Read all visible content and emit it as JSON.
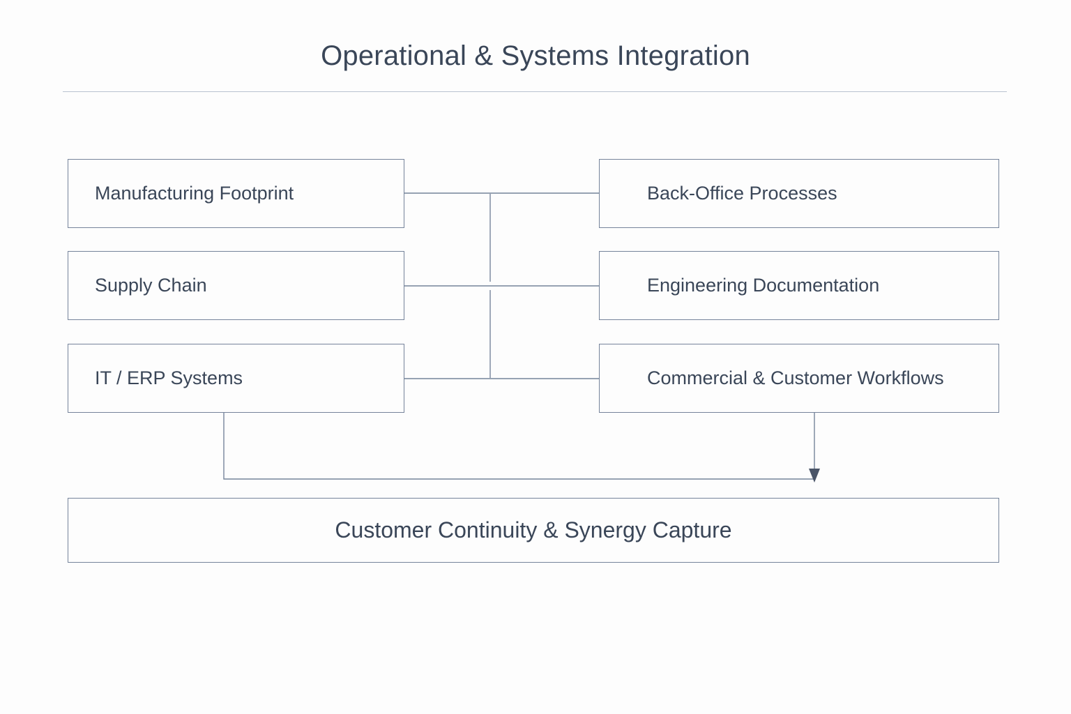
{
  "header": {
    "title": "Operational & Systems Integration",
    "divider_color": "#b9c2d0"
  },
  "theme": {
    "background": "#fdfdfd",
    "text_color": "#3a4658",
    "border_color": "#75839a",
    "arrow_color": "#4a5568"
  },
  "diagram": {
    "type": "flow-diagram",
    "left_column": [
      {
        "id": "manufacturing-footprint",
        "label": "Manufacturing Footprint"
      },
      {
        "id": "supply-chain",
        "label": "Supply Chain"
      },
      {
        "id": "it-erp-systems",
        "label": "IT / ERP Systems"
      }
    ],
    "right_column": [
      {
        "id": "back-office-processes",
        "label": "Back-Office Processes"
      },
      {
        "id": "engineering-documentation",
        "label": "Engineering Documentation"
      },
      {
        "id": "commercial-customer-workflows",
        "label": "Commercial & Customer Workflows"
      }
    ],
    "outcome": {
      "id": "customer-continuity-synergy-capture",
      "label": "Customer Continuity & Synergy Capture"
    },
    "connections": [
      {
        "from": "manufacturing-footprint",
        "to": "back-office-processes",
        "style": "line"
      },
      {
        "from": "supply-chain",
        "to": "engineering-documentation",
        "style": "line"
      },
      {
        "from": "it-erp-systems",
        "to": "commercial-customer-workflows",
        "style": "line"
      },
      {
        "from": "spine",
        "to": "rows",
        "style": "vertical-link"
      },
      {
        "from": "it-erp-systems",
        "to": "customer-continuity-synergy-capture",
        "style": "elbow-arrow"
      },
      {
        "from": "commercial-customer-workflows",
        "to": "customer-continuity-synergy-capture",
        "style": "arrow"
      }
    ]
  }
}
